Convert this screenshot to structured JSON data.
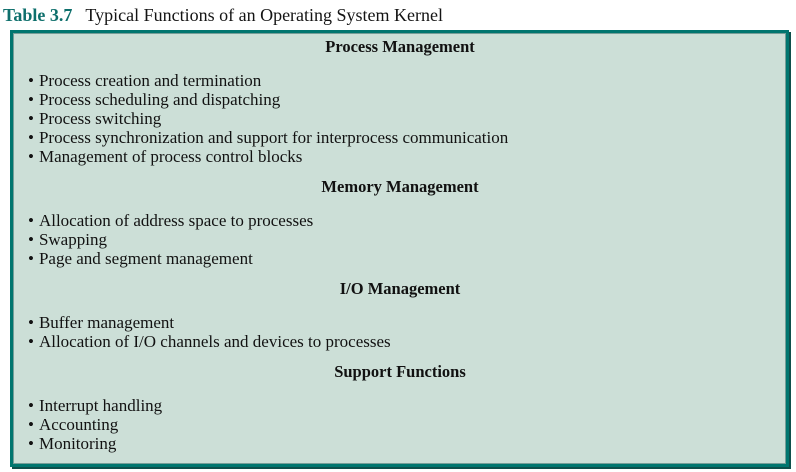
{
  "page": {
    "caption_label": "Table 3.7",
    "caption_title": "Typical Functions of an Operating System Kernel"
  },
  "colors": {
    "caption_accent": "#0E6F6C",
    "table_border": "#00766F",
    "table_border_shadow": "#0E4F4B",
    "table_fill": "#CCDFD7",
    "text": "#121212"
  },
  "table": {
    "bullet_glyph": "•",
    "sections": [
      {
        "heading": "Process Management",
        "items": [
          "Process creation and termination",
          "Process scheduling and dispatching",
          "Process switching",
          "Process synchronization and support for interprocess communication",
          "Management of process control blocks"
        ]
      },
      {
        "heading": "Memory Management",
        "items": [
          "Allocation of address space to processes",
          "Swapping",
          "Page and segment management"
        ]
      },
      {
        "heading": "I/O Management",
        "items": [
          "Buffer management",
          "Allocation of I/O channels and devices to processes"
        ]
      },
      {
        "heading": "Support Functions",
        "items": [
          "Interrupt handling",
          "Accounting",
          "Monitoring"
        ]
      }
    ]
  }
}
